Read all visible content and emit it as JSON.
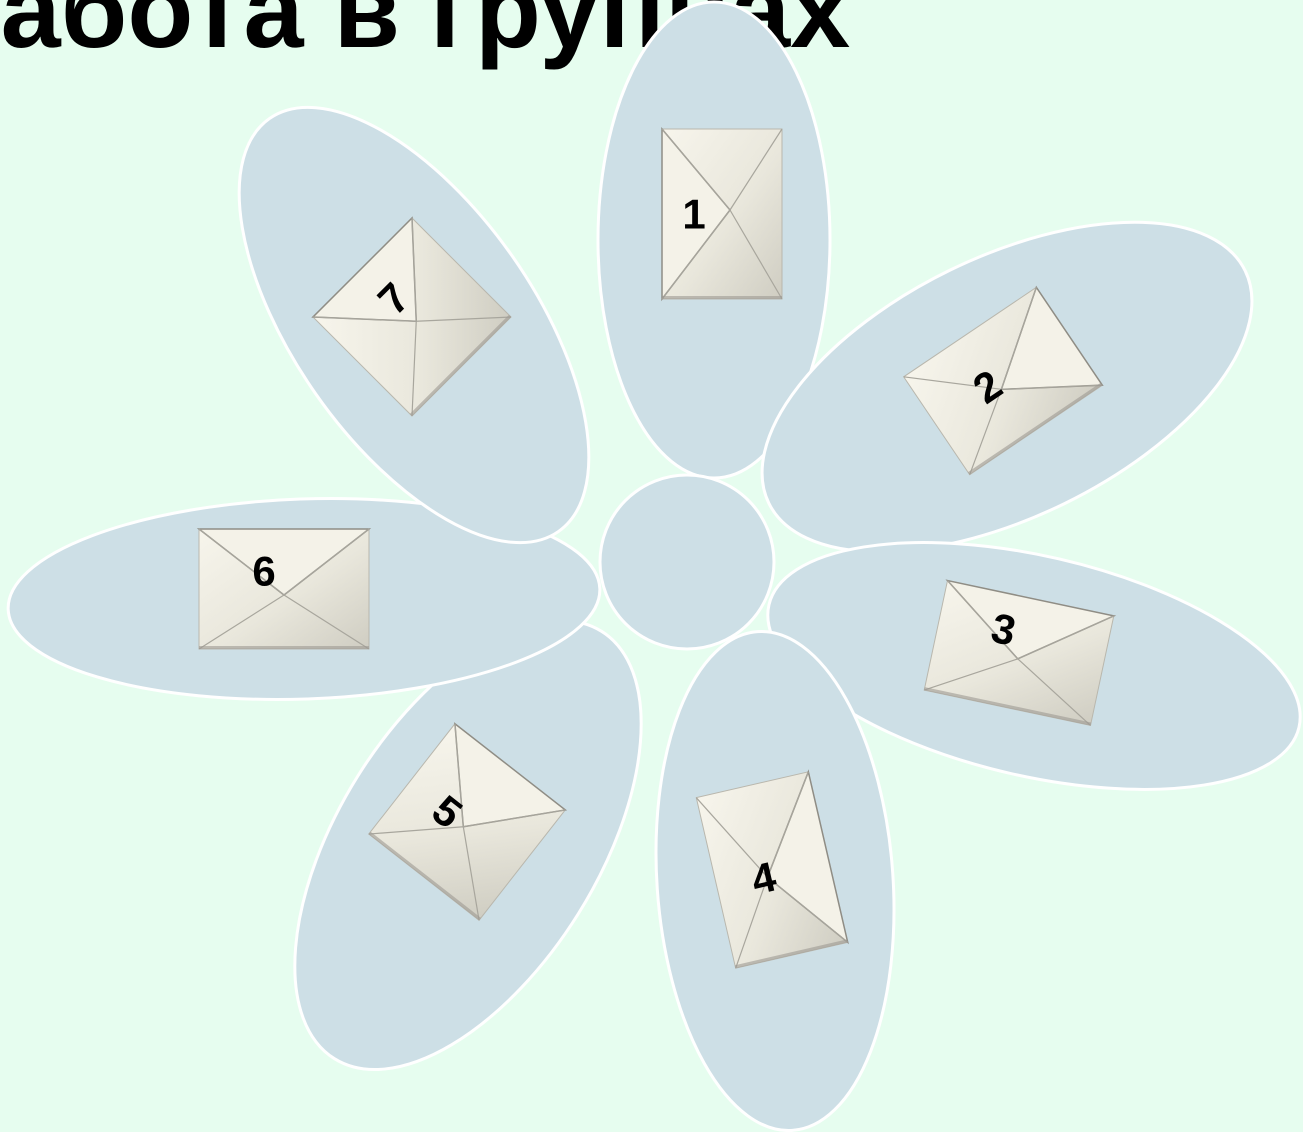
{
  "slide": {
    "title": "Работа в группах"
  },
  "colors": {
    "background": "#e6fdef",
    "petal_fill": "#cddfe6",
    "petal_stroke": "#ffffff",
    "envelope_fill": "#eceae0",
    "envelope_shadow": "#9c9a92",
    "label_color": "#000000"
  },
  "icons": {
    "petal": "petal-ellipse",
    "envelope": "envelope-icon"
  },
  "petals": [
    {
      "label": "1"
    },
    {
      "label": "2"
    },
    {
      "label": "3"
    },
    {
      "label": "4"
    },
    {
      "label": "5"
    },
    {
      "label": "6"
    },
    {
      "label": "7"
    }
  ]
}
